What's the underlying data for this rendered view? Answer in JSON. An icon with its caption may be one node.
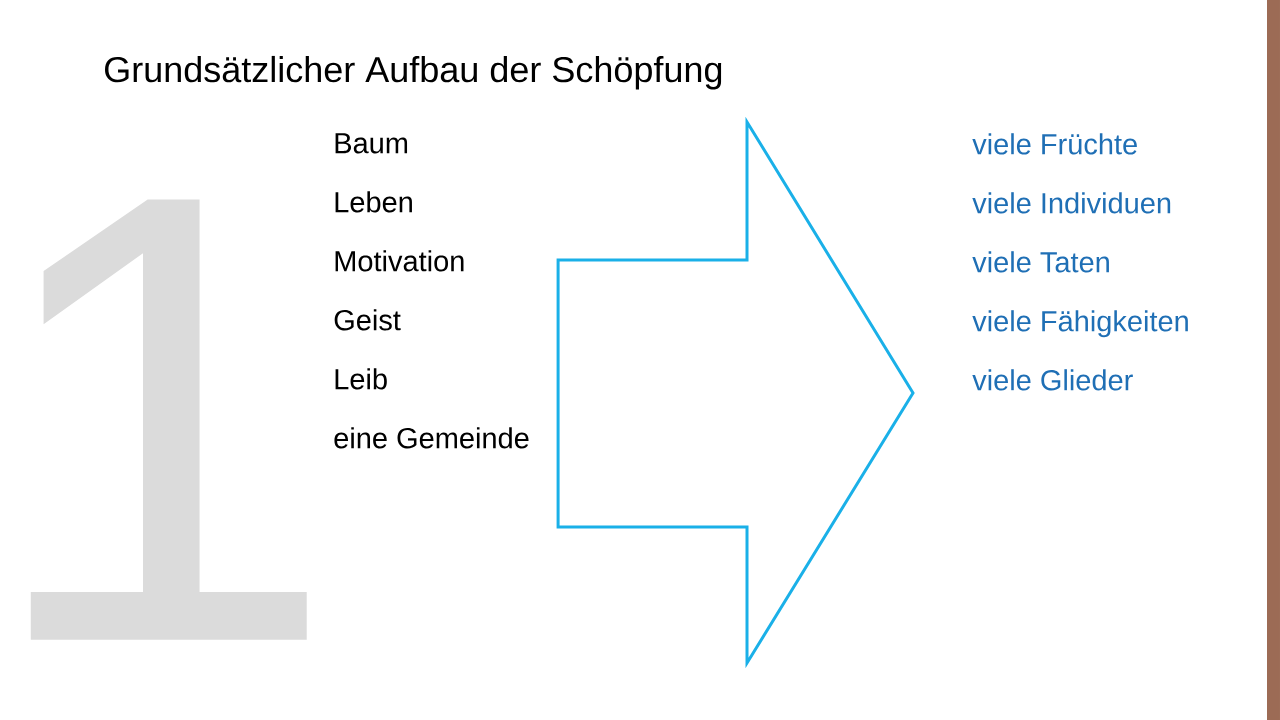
{
  "diagram": {
    "title": "Grundsätzlicher Aufbau der Schöpfung",
    "nodes": [
      {
        "text": [
          "Baum",
          "Leben",
          "Motivation",
          "Geist",
          "Leib",
          "eine Gemeinde"
        ]
      },
      {
        "text": [
          "viele Früchte",
          "viele Individuen",
          "viele Taten",
          "viele Fähigkeiten",
          "viele Glieder"
        ]
      }
    ],
    "edges": [
      {
        "from": 0,
        "to": 1,
        "arrow": "to"
      }
    ],
    "labels": [
      "1"
    ]
  }
}
